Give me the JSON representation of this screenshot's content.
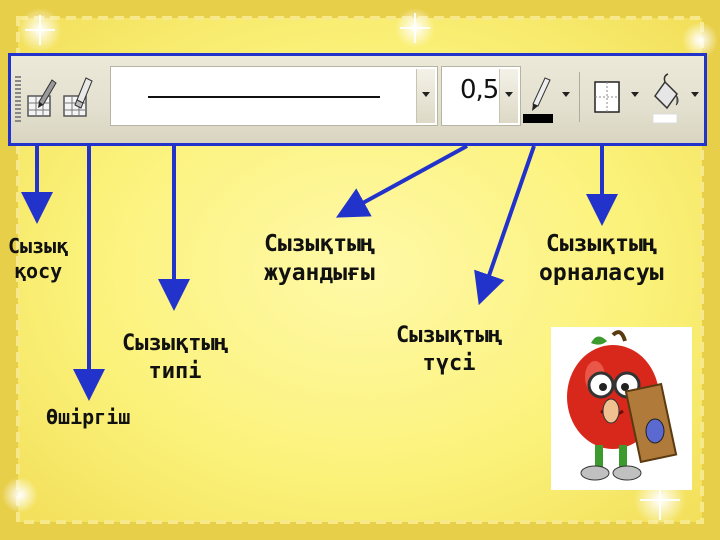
{
  "labels": {
    "add_line": [
      "Сызық",
      "қосу"
    ],
    "eraser": "Өшіргіш",
    "line_type": [
      "Сызықтың",
      "типі"
    ],
    "line_width": [
      "Сызықтың",
      "жуандығы"
    ],
    "line_color": [
      "Сызықтың",
      "түсі"
    ],
    "line_position": [
      "Сызықтың",
      "орналасуы"
    ]
  },
  "toolbar": {
    "line_width_value": "0,5",
    "icons": [
      "draw-table-icon",
      "eraser-icon",
      "line-style-combo",
      "line-weight-combo",
      "border-color-icon",
      "borders-icon",
      "shading-icon"
    ]
  },
  "colors": {
    "arrow": "#2233cc",
    "frame": "#2233cc",
    "background": "#fbf27a"
  }
}
